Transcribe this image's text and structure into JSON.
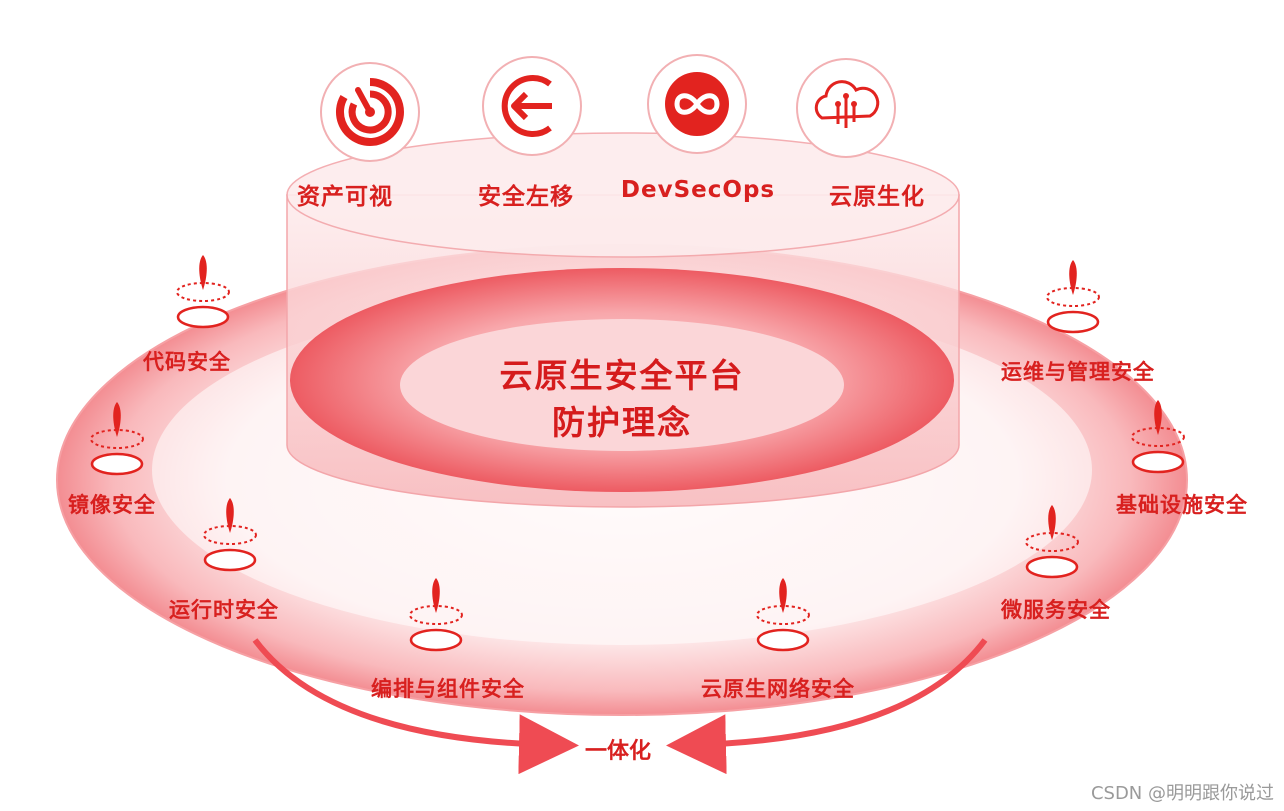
{
  "pillars": [
    {
      "label": "资产可视",
      "icon": "radar-target-icon"
    },
    {
      "label": "安全左移",
      "icon": "arrow-left-circle-icon"
    },
    {
      "label": "DevSecOps",
      "icon": "infinity-loop-icon"
    },
    {
      "label": "云原生化",
      "icon": "cloud-circuit-icon"
    }
  ],
  "center": {
    "line1": "云原生安全平台",
    "line2": "防护理念"
  },
  "nodes": [
    {
      "label": "代码安全"
    },
    {
      "label": "镜像安全"
    },
    {
      "label": "运行时安全"
    },
    {
      "label": "编排与组件安全"
    },
    {
      "label": "云原生网络安全"
    },
    {
      "label": "微服务安全"
    },
    {
      "label": "基础设施安全"
    },
    {
      "label": "运维与管理安全"
    }
  ],
  "bottom_label": "一体化",
  "watermark": "CSDN @明明跟你说过",
  "colors": {
    "accent": "#d8201f",
    "ring_light": "#fde3e4",
    "ring_mid": "#f7a5a8"
  }
}
